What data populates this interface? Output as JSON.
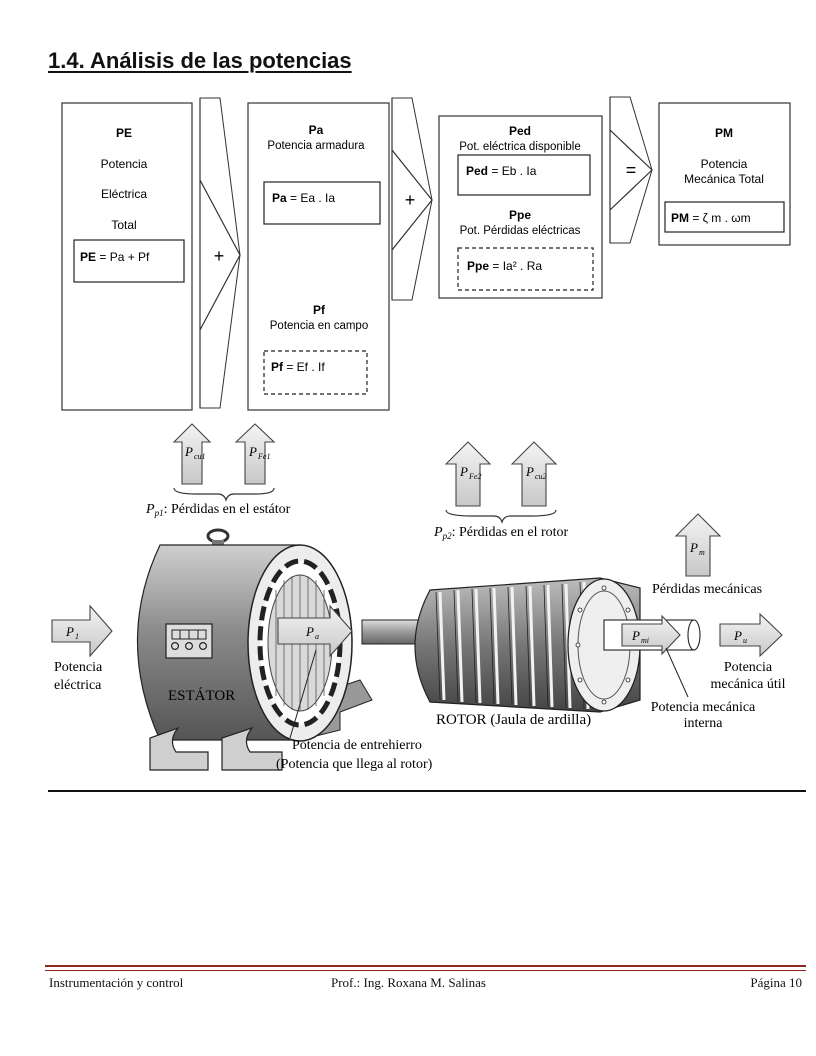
{
  "heading": "1.4. Análisis de las potencias",
  "flow": {
    "pe": {
      "title": "PE",
      "lines": [
        "Potencia",
        "Eléctrica",
        "Total"
      ],
      "formula_bold": "PE",
      "formula_rest": " = Pa + Pf"
    },
    "plus1": "+",
    "pa": {
      "title": "Pa",
      "subtitle": "Potencia armadura",
      "formula_bold": "Pa",
      "formula_rest": " = Ea . Ia"
    },
    "pf": {
      "title": "Pf",
      "subtitle": "Potencia en campo",
      "formula_bold": "Pf",
      "formula_rest": " = Ef . If"
    },
    "plus2": "+",
    "ped": {
      "title": "Ped",
      "subtitle": "Pot. eléctrica disponible",
      "formula_bold": "Ped",
      "formula_rest": " = Eb . Ia"
    },
    "ppe": {
      "title": "Ppe",
      "subtitle": "Pot. Pérdidas eléctricas",
      "formula_bold": "Ppe",
      "formula_rest": " =  Ia² . Ra"
    },
    "equals": "=",
    "pm": {
      "title": "PM",
      "subtitle1": "Potencia",
      "subtitle2": "Mecánica Total",
      "formula_bold": "PM",
      "formula_rest": " = ζ m . ωm"
    }
  },
  "illustration": {
    "p_cu1": "P",
    "p_cu1_sub": "cu1",
    "p_fe1": "P",
    "p_fe1_sub": "Fe1",
    "p_fe2": "P",
    "p_fe2_sub": "Fe2",
    "p_cu2": "P",
    "p_cu2_sub": "cu2",
    "p_m": "P",
    "p_m_sub": "m",
    "p_1": "P",
    "p_1_sub": "1",
    "p_a": "P",
    "p_a_sub": "a",
    "p_mi": "P",
    "p_mi_sub": "mi",
    "p_u": "P",
    "p_u_sub": "u",
    "stator_loss_sym": "P",
    "stator_loss_sub": "p1",
    "stator_loss_text": ": Pérdidas en el estátor",
    "rotor_loss_sym": "P",
    "rotor_loss_sub": "p2",
    "rotor_loss_text": ": Pérdidas en el rotor",
    "mech_loss_label": "Pérdidas mecánicas",
    "input_line1": "Potencia",
    "input_line2": "eléctrica",
    "stator_label": "ESTÁTOR",
    "gap_line1": "Potencia de entrehierro",
    "gap_line2": "(Potencia que llega al rotor)",
    "rotor_label": "ROTOR (Jaula de ardilla)",
    "internal_line1": "Potencia mecánica",
    "internal_line2": "interna",
    "useful_line1": "Potencia",
    "useful_line2": "mecánica útil"
  },
  "footer": {
    "left": "Instrumentación y control",
    "center": "Prof.: Ing. Roxana M. Salinas",
    "right": "Página 10"
  }
}
